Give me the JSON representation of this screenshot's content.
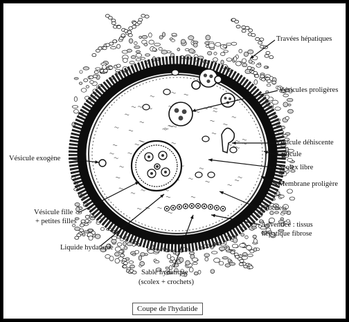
{
  "labels": {
    "travees": "Travées hépatiques",
    "vesicules_proligeres": "Vésicules proligères",
    "vesicule_dehiscente": "Vésicule déhiscente",
    "cuticule": "Cuticule",
    "scolex_libre": "Scolex libre",
    "membrane_proligere": "Membrane proligère",
    "crochets": "Crochets",
    "adventice_1": "Adventice : tissus",
    "adventice_2": "hépatique fibrose",
    "vesicule_exogene": "Vésicule exogène",
    "vesicule_fille_1": "Vésicule fille",
    "vesicule_fille_2": "+ petites filles",
    "liquide": "Liquide hydatique",
    "sable_1": "Sable hydatique",
    "sable_2": "(scolex + crochets)"
  },
  "caption": "Coupe de l'hydatide",
  "colors": {
    "ink": "#111111",
    "paper": "#ffffff",
    "wall": "#0d0d0d"
  }
}
